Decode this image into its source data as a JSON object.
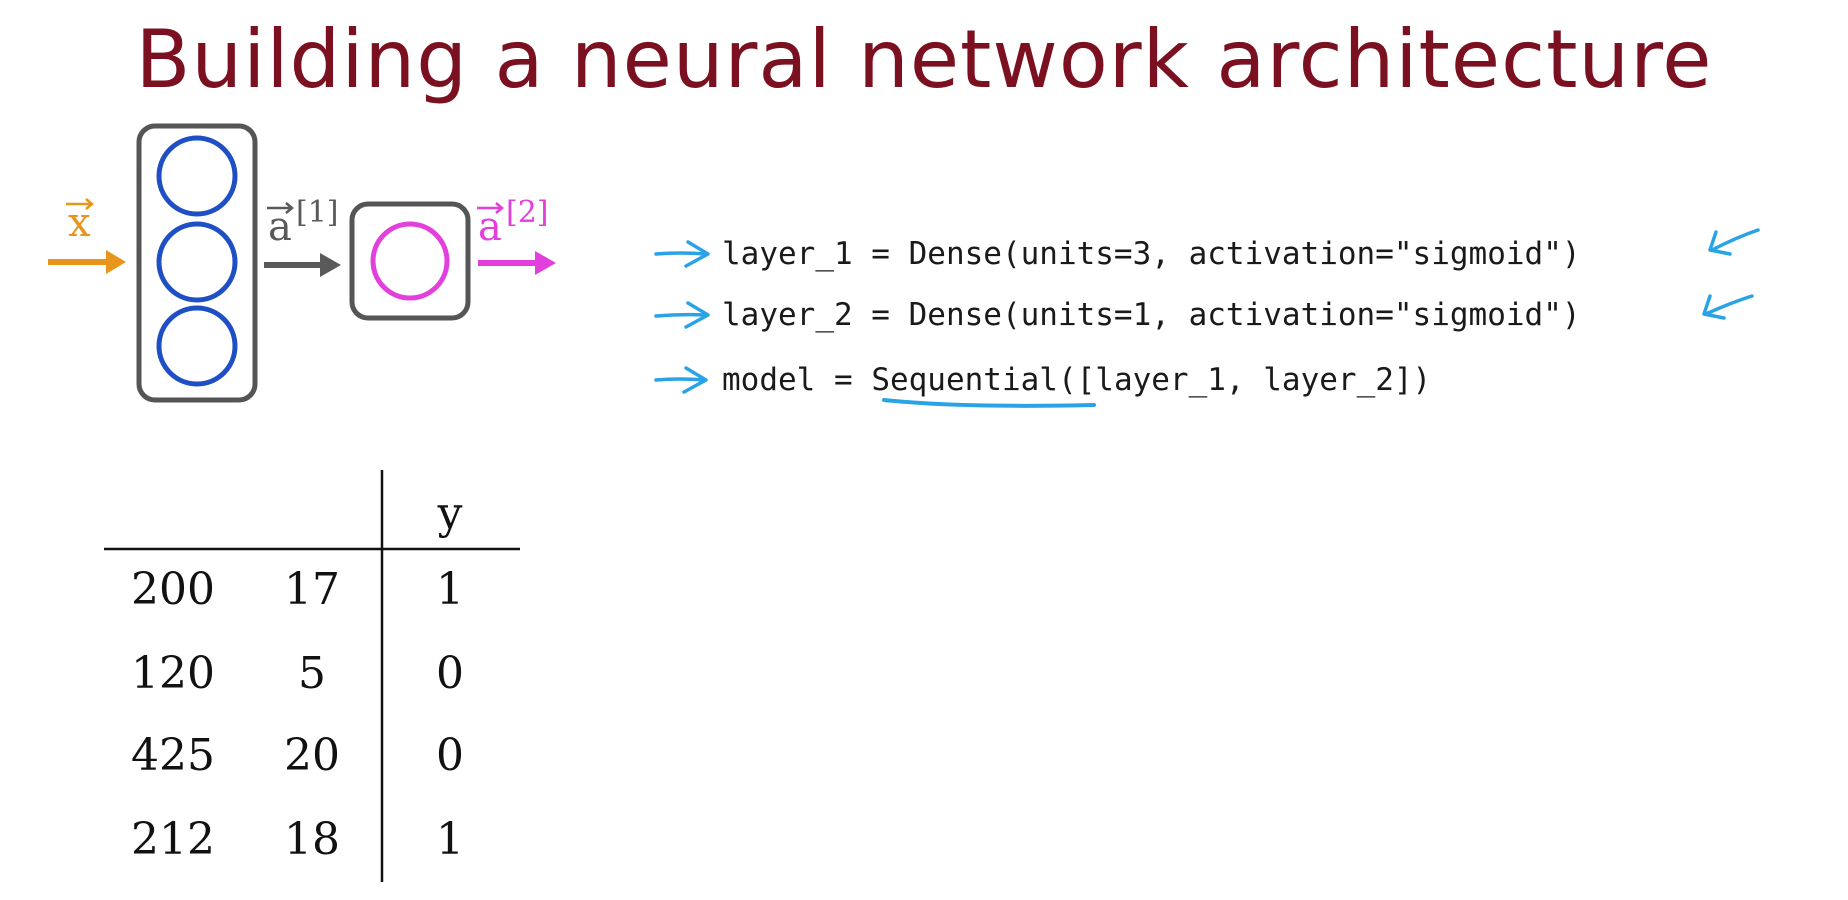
{
  "title": "Building a neural network architecture",
  "diagram": {
    "input_label": "x",
    "hidden_activation_label": "a",
    "hidden_layer_index": "[1]",
    "output_activation_label": "a",
    "output_layer_index": "[2]",
    "hidden_units": 3,
    "output_units": 1,
    "colors": {
      "input": "#e8951c",
      "hidden_neuron": "#1f4fc4",
      "hidden_arrow": "#5a5a5a",
      "output": "#e23fdc",
      "box": "#555555",
      "annotation": "#2aa3e6"
    }
  },
  "code": {
    "line1": "layer_1 = Dense(units=3, activation=\"sigmoid\")",
    "line2": "layer_2 = Dense(units=1, activation=\"sigmoid\")",
    "line3_prefix": "model = ",
    "line3_underlined": "Sequential",
    "line3_suffix": "([layer_1, layer_2])"
  },
  "table": {
    "header_y": "y",
    "rows": [
      [
        "200",
        "17",
        "1"
      ],
      [
        "120",
        "5",
        "0"
      ],
      [
        "425",
        "20",
        "0"
      ],
      [
        "212",
        "18",
        "1"
      ]
    ]
  }
}
